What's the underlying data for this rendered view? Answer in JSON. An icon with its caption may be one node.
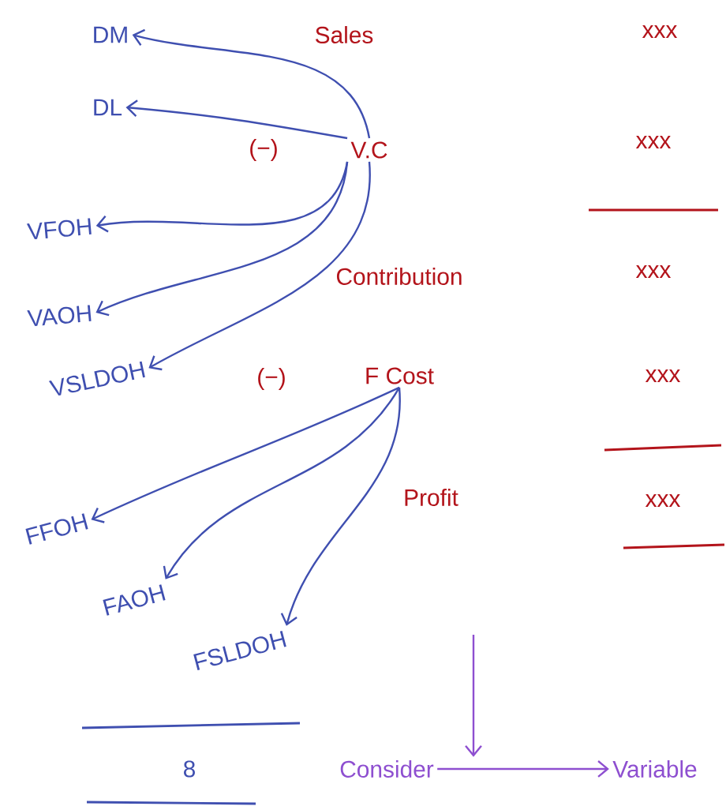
{
  "diagram": {
    "nodes": [
      {
        "text": [
          "V.C"
        ]
      },
      {
        "text": [
          "DM"
        ]
      },
      {
        "text": [
          "DL"
        ]
      },
      {
        "text": [
          "VFOH"
        ]
      },
      {
        "text": [
          "VAOH"
        ]
      },
      {
        "text": [
          "VSLDOH"
        ]
      },
      {
        "text": [
          "F Cost"
        ]
      },
      {
        "text": [
          "FFOH"
        ]
      },
      {
        "text": [
          "FAOH"
        ]
      },
      {
        "text": [
          "FSLDOH"
        ]
      },
      {
        "text": [
          "Consider"
        ]
      },
      {
        "text": [
          "Variable"
        ]
      }
    ],
    "edges": [
      {
        "from": 0,
        "to": 1,
        "arrow": "to"
      },
      {
        "from": 0,
        "to": 2,
        "arrow": "to"
      },
      {
        "from": 0,
        "to": 3,
        "arrow": "to"
      },
      {
        "from": 0,
        "to": 4,
        "arrow": "to"
      },
      {
        "from": 0,
        "to": 5,
        "arrow": "to"
      },
      {
        "from": 6,
        "to": 7,
        "arrow": "to"
      },
      {
        "from": 6,
        "to": 8,
        "arrow": "to"
      },
      {
        "from": 6,
        "to": 9,
        "arrow": "to"
      },
      {
        "from": null,
        "to": 10,
        "arrow": "to",
        "color": "#8e4fd0"
      },
      {
        "from": 10,
        "to": 11,
        "arrow": "to",
        "color": "#8e4fd0"
      }
    ],
    "labels": [
      "Sales",
      "xxx",
      "(−)",
      "xxx",
      "Contribution",
      "xxx",
      "(−)",
      "xxx",
      "Profit",
      "xxx",
      "8"
    ]
  }
}
